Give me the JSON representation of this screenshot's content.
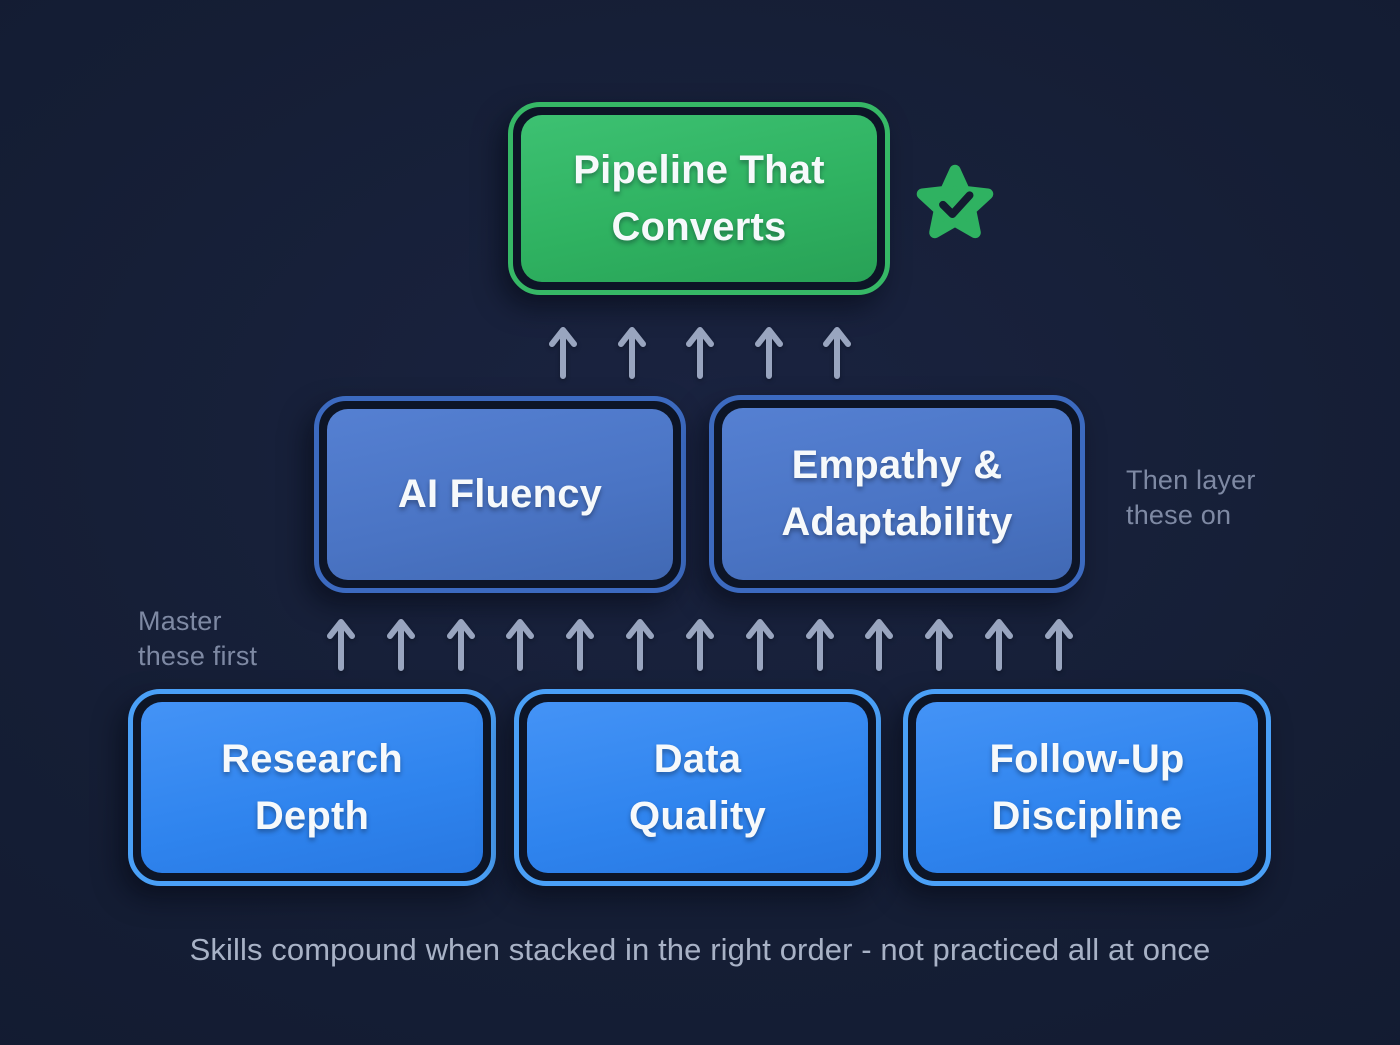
{
  "pyramid": {
    "top_box": {
      "label": "Pipeline That Converts",
      "lines": [
        "Pipeline That",
        "Converts"
      ]
    },
    "middle_boxes": [
      {
        "label": "AI Fluency",
        "lines": [
          "AI Fluency"
        ]
      },
      {
        "label": "Empathy & Adaptability",
        "lines": [
          "Empathy &",
          "Adaptability"
        ]
      }
    ],
    "bottom_boxes": [
      {
        "label": "Research Depth",
        "lines": [
          "Research",
          "Depth"
        ]
      },
      {
        "label": "Data Quality",
        "lines": [
          "Data",
          "Quality"
        ]
      },
      {
        "label": "Follow-Up Discipline",
        "lines": [
          "Follow-Up",
          "Discipline"
        ]
      }
    ]
  },
  "annotations": {
    "master_first_line1": "Master",
    "master_first_line2": "these first",
    "layer_on_line1": "Then layer",
    "layer_on_line2": "these on",
    "caption": "Skills compound when stacked in the right order - not practiced all at once"
  },
  "arrows": {
    "upper_count": 5,
    "lower_count": 13
  },
  "icons": {
    "star_badge": "star-check-icon"
  },
  "colors": {
    "green_fill": "#2fb261",
    "green_border": "#36b866",
    "mid_blue_fill": "#4a74c4",
    "mid_blue_border": "#3c6ac0",
    "bright_blue_fill": "#2f84ee",
    "bright_blue_border": "#4aa0f7",
    "ring_color": "#0d1527",
    "arrow_color": "#99a5bf",
    "annotation_color": "#7e89a3",
    "caption_color": "#a8b2c6",
    "check_color": "#131c30"
  }
}
